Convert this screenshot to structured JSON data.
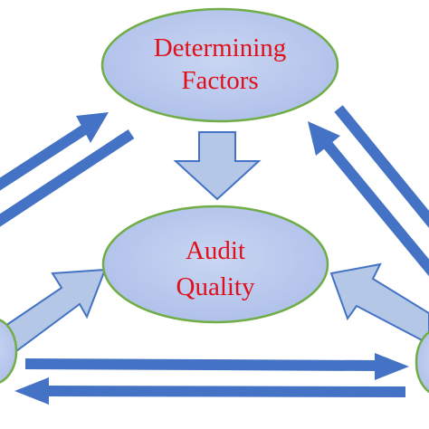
{
  "diagram": {
    "nodes": {
      "determining_factors": {
        "line1": "Determining",
        "line2": "Factors"
      },
      "audit_quality": {
        "line1": "Audit",
        "line2": "Quality"
      }
    },
    "colors": {
      "ellipse_fill": "#b9c8ee",
      "ellipse_stroke": "#71ad47",
      "arrow_blue": "#4472c4",
      "block_arrow_fill": "#b4c7e7",
      "block_arrow_stroke": "#4472c4",
      "text": "#e0101a"
    }
  }
}
